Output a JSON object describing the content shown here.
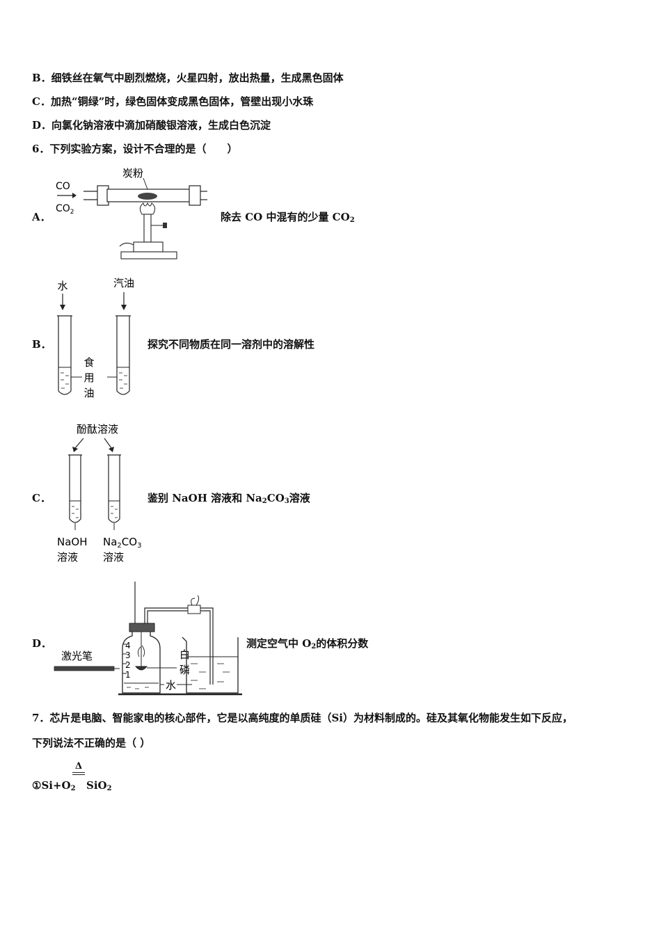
{
  "lines": {
    "b": "B．细铁丝在氧气中剧烈燃烧，火星四射，放出热量，生成黑色固体",
    "c": "C．加热“铜绿”时，绿色固体变成黑色固体，管壁出现小水珠",
    "d": "D．向氯化钠溶液中滴加硝酸银溶液，生成白色沉淀",
    "q6": "6．下列实验方案，设计不合理的是（　　）",
    "q7a": "7．芯片是电脑、智能家电的核心部件，它是以高纯度的单质硅（Si）为材料制成的。硅及其氧化物能发生如下反应，",
    "q7b": "下列说法不正确的是（ ）"
  },
  "options": [
    {
      "letter": "A．",
      "desc_pre": "除去 CO 中混有的少量 CO",
      "desc_sub": "2",
      "desc_post": ""
    },
    {
      "letter": "B．",
      "desc_pre": "探究不同物质在同一溶剂中的溶解性",
      "desc_sub": "",
      "desc_post": ""
    },
    {
      "letter": "C．",
      "desc_pre": "鉴别 NaOH 溶液和 Na",
      "desc_sub": "2",
      "desc_mid": "CO",
      "desc_sub2": "3",
      "desc_post": "溶液"
    },
    {
      "letter": "D．",
      "desc_pre": "测定空气中 O",
      "desc_sub": "2",
      "desc_post": "的体积分数"
    }
  ],
  "figA": {
    "label_top": "炭粉",
    "gas1": "CO",
    "gas2": "CO",
    "gas2_sub": "2"
  },
  "figB": {
    "label_left": "水",
    "label_right": "汽油",
    "oil1": "食",
    "oil2": "用",
    "oil3": "油"
  },
  "figC": {
    "label_top": "酚酞溶液",
    "left1": "NaOH",
    "left2": "溶液",
    "right1": "Na",
    "right_sub1": "2",
    "right_mid": "CO",
    "right_sub2": "3",
    "right2": "溶液"
  },
  "figD": {
    "laser": "激光笔",
    "p1": "白",
    "p2": "磷",
    "water": "水",
    "marks": [
      "4",
      "3",
      "2",
      "1"
    ]
  },
  "equation": {
    "num": "①",
    "left": "Si+O",
    "left_sub": "2",
    "cond": "Δ",
    "right": "SiO",
    "right_sub": "2"
  }
}
